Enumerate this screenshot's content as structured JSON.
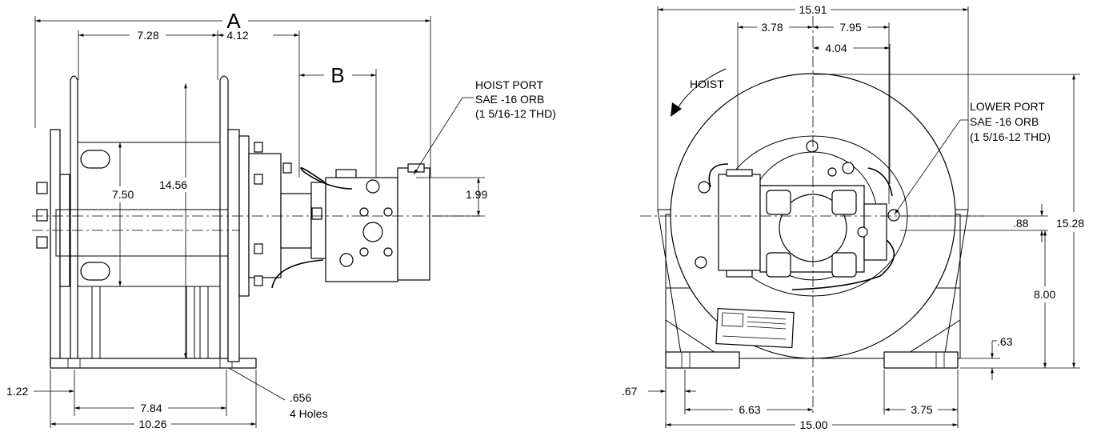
{
  "side_view": {
    "dim_A": "A",
    "dim_B": "B",
    "d_728": "7.28",
    "d_412": "4.12",
    "d_750": "7.50",
    "d_1456": "14.56",
    "d_199": "1.99",
    "d_122": "1.22",
    "d_784": "7.84",
    "d_1026": "10.26",
    "hole_size": ".656",
    "hole_count": "4 Holes",
    "hoist_port": [
      "HOIST PORT",
      "SAE -16 ORB",
      "(1 5/16-12 THD)"
    ]
  },
  "front_view": {
    "d_1591": "15.91",
    "d_378": "3.78",
    "d_795": "7.95",
    "d_404": "4.04",
    "hoist_label": "HOIST",
    "lower_port": [
      "LOWER PORT",
      "SAE -16 ORB",
      "(1 5/16-12 THD)"
    ],
    "d_088": ".88",
    "d_1528": "15.28",
    "d_800": "8.00",
    "d_063": ".63",
    "d_067": ".67",
    "d_663": "6.63",
    "d_375": "3.75",
    "d_1500": "15.00"
  }
}
